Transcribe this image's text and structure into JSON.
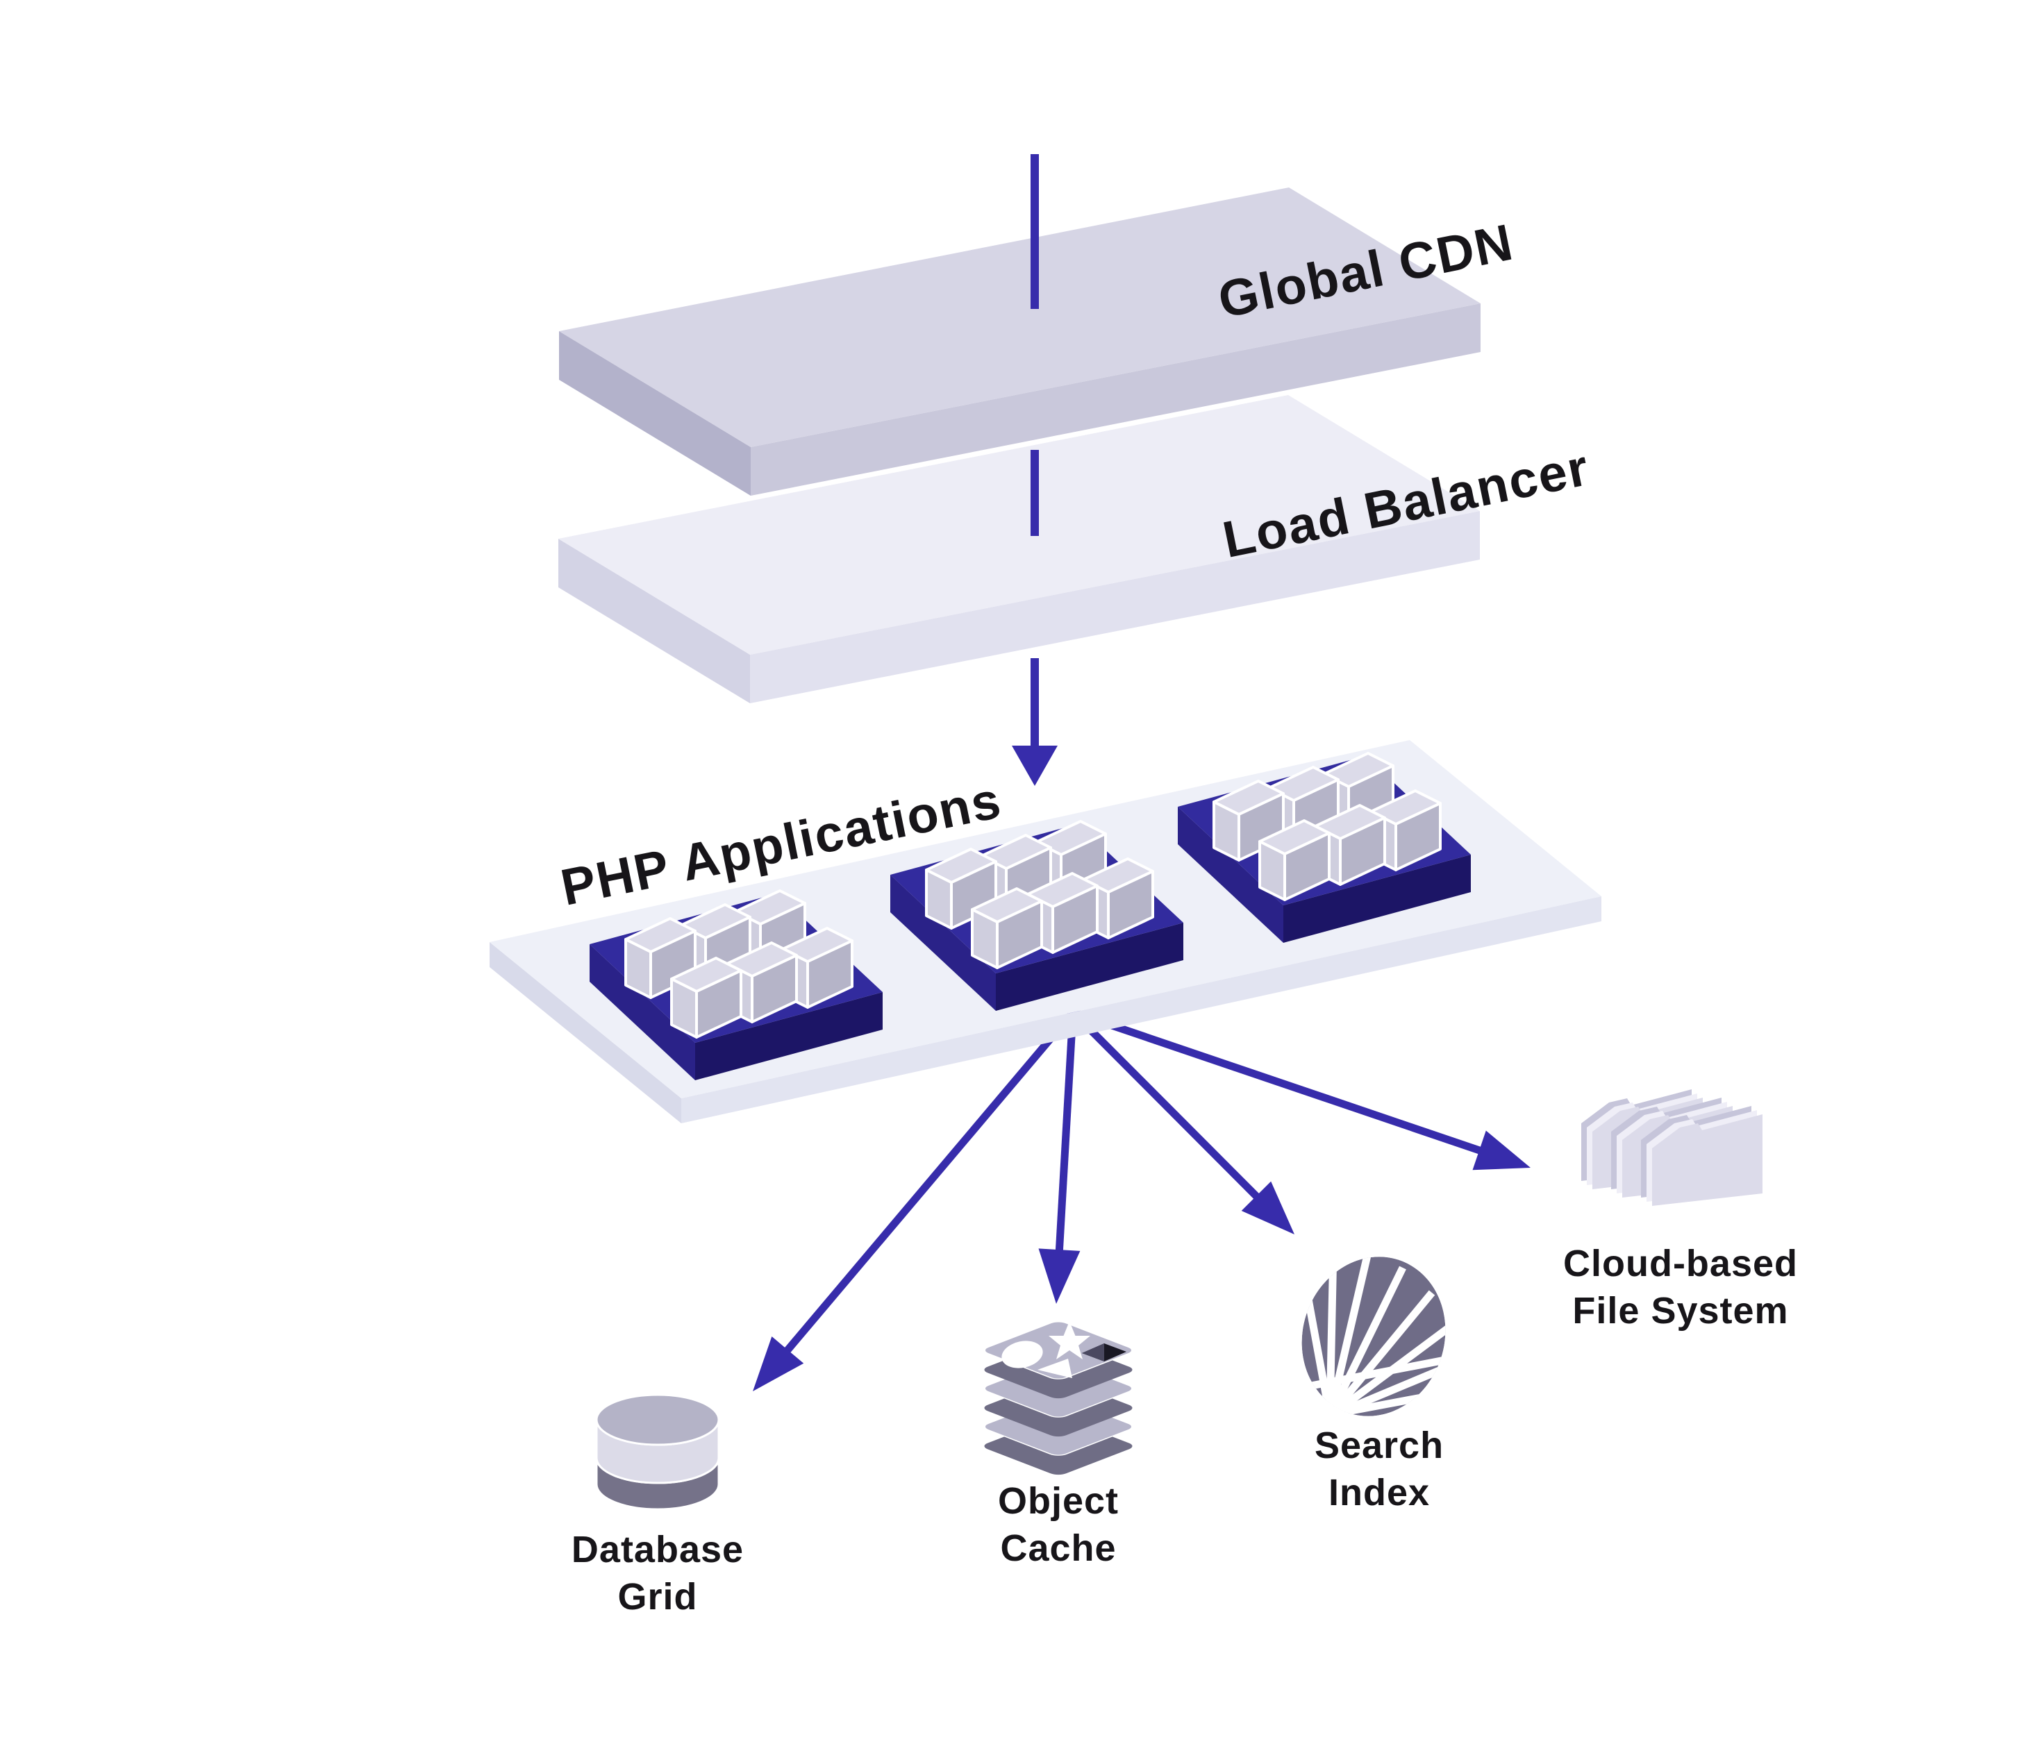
{
  "diagram": {
    "type": "isometric-architecture",
    "background": "#ffffff",
    "layers": [
      {
        "id": "global-cdn",
        "label": "Global CDN"
      },
      {
        "id": "load-balancer",
        "label": "Load Balancer"
      },
      {
        "id": "php-applications",
        "label": "PHP Applications",
        "clusters": 3,
        "servers_per_cluster": 6
      }
    ],
    "services": [
      {
        "id": "database-grid",
        "label_lines": [
          "Database",
          "Grid"
        ],
        "icon": "database-cylinder-icon"
      },
      {
        "id": "object-cache",
        "label_lines": [
          "Object",
          "Cache"
        ],
        "icon": "cache-stack-icon"
      },
      {
        "id": "search-index",
        "label_lines": [
          "Search",
          "Index"
        ],
        "icon": "search-shell-icon"
      },
      {
        "id": "cloud-file-system",
        "label_lines": [
          "Cloud-based",
          "File System"
        ],
        "icon": "folders-icon"
      }
    ],
    "edges": [
      {
        "from": "global-cdn",
        "to": "load-balancer"
      },
      {
        "from": "load-balancer",
        "to": "php-applications"
      },
      {
        "from": "php-applications",
        "to": "database-grid"
      },
      {
        "from": "php-applications",
        "to": "object-cache"
      },
      {
        "from": "php-applications",
        "to": "search-index"
      },
      {
        "from": "php-applications",
        "to": "cloud-file-system"
      }
    ],
    "colors": {
      "arrow": "#372CAB",
      "ink": "#171519",
      "slab1Top": "#D6D5E5",
      "slab1Left": "#B3B2CB",
      "slab1Front": "#C9C8DB",
      "slab2Top": "#EDEDF6",
      "slab2Left": "#D3D3E5",
      "slab2Front": "#E1E1EF",
      "platTop": "#EEF0F8",
      "platLeft": "#D8DAEA",
      "platFront": "#E2E4F1",
      "boardTop": "#322B9E",
      "boardLeft": "#2A2288",
      "boardFront": "#1C1566",
      "cubeTop": "#DCDBE9",
      "cubeLeft": "#CFCEDE",
      "cubeRight": "#B5B4C8",
      "cubeEdge": "#FFFFFF",
      "cylTop": "#B4B3C7",
      "cylMid": "#DCDBE8",
      "cylBottom": "#757289",
      "stackTop": "#B7B6CB",
      "stackSide": "#6F6D85",
      "holeDark": "#191824",
      "holeLight": "#4A4860",
      "shell": "#6F6C87",
      "folderFront": "#DCDBEA",
      "folderSide": "#C6C5DA",
      "folderHi": "#EFEEF7"
    }
  }
}
